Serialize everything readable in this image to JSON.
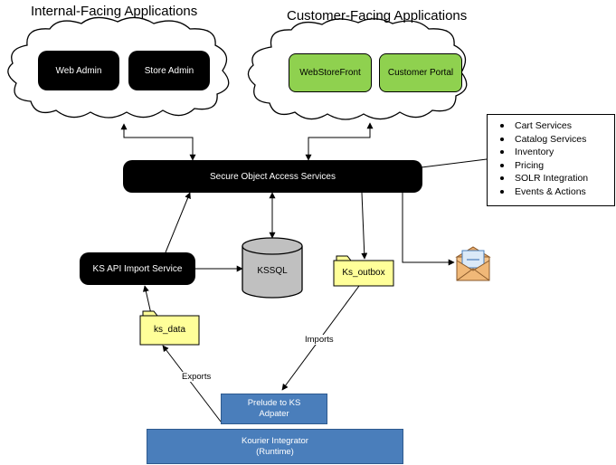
{
  "headings": {
    "internal": "Internal-Facing Applications",
    "customer": "Customer-Facing Applications"
  },
  "internal_apps": [
    "Web Admin",
    "Store Admin"
  ],
  "customer_apps": [
    "WebStoreFront",
    "Customer Portal"
  ],
  "central_service": "Secure Object Access Services",
  "service_list": [
    "Cart Services",
    "Catalog Services",
    "Inventory",
    "Pricing",
    "SOLR Integration",
    "Events & Actions"
  ],
  "import_service": "KS API Import Service",
  "database": "KSSQL",
  "folders": {
    "ks_data": "ks_data",
    "ks_outbox": "Ks_outbox"
  },
  "edge_labels": {
    "imports": "Imports",
    "exports": "Exports"
  },
  "adapter": {
    "line1": "Prelude to KS",
    "line2": "Adpater"
  },
  "integrator": {
    "line1": "Kourier Integrator",
    "line2": "(Runtime)"
  },
  "colors": {
    "black_node": "#000000",
    "green_node": "#8fd14f",
    "blue_node": "#4a7ebb",
    "folder": "#ffff99",
    "database": "#c0c0c0"
  },
  "icons": {
    "email": "envelope-icon"
  }
}
